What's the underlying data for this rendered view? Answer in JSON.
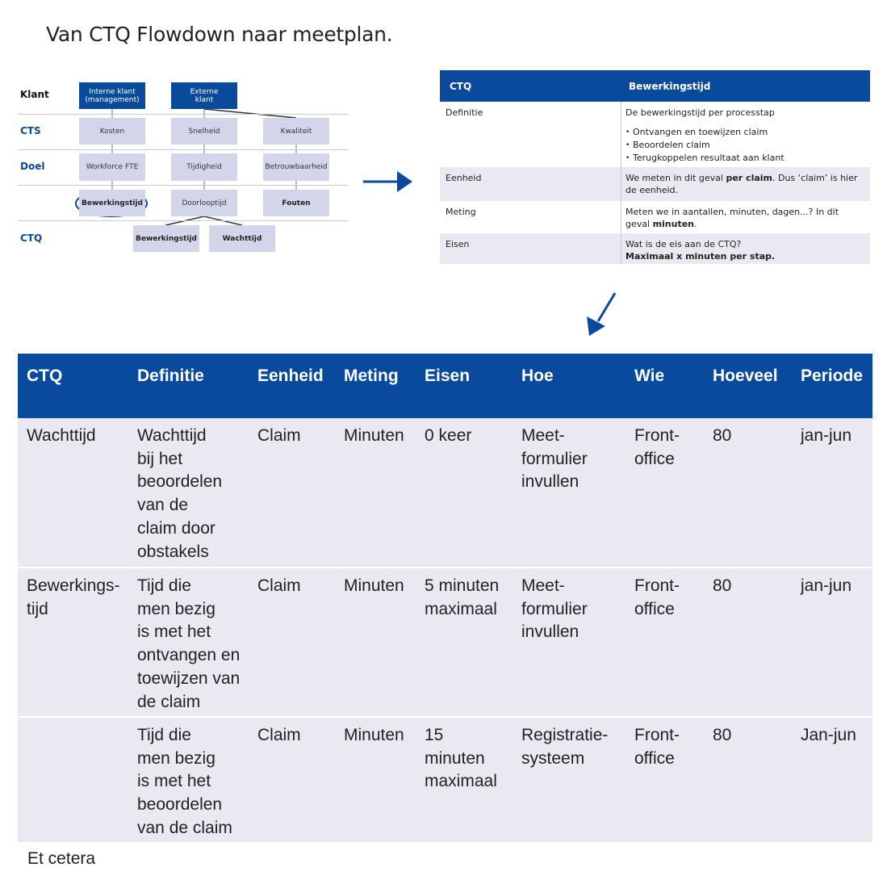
{
  "title": "Van CTQ Flowdown naar meetplan.",
  "colors": {
    "brand_blue": "#0a4a9c",
    "light_box": "#d3d6ea",
    "row_bg": "#e8e9f1"
  },
  "flowdown": {
    "row_labels": {
      "klant": "Klant",
      "cts": "CTS",
      "doel": "Doel",
      "ctq": "CTQ"
    },
    "klant_boxes": [
      "Interne klant\n(management)",
      "Externe\nklant"
    ],
    "cts_boxes": [
      "Kosten",
      "Snelheid",
      "Kwaliteit"
    ],
    "doel_boxes": [
      "Workforce FTE",
      "Tijdigheid",
      "Betrouwbaarheid"
    ],
    "measure_boxes": [
      "Bewerkingstijd",
      "Doorlooptijd",
      "Fouten"
    ],
    "ctq_boxes": [
      "Bewerkingstijd",
      "Wachttijd"
    ]
  },
  "detail_table": {
    "header": {
      "left": "CTQ",
      "right": "Bewerkingstijd"
    },
    "rows": [
      {
        "key": "Definitie",
        "value": "De bewerkingstijd per processtap",
        "bullets": [
          "Ontvangen en toewijzen claim",
          "Beoordelen claim",
          "Terugkoppelen resultaat aan klant"
        ]
      },
      {
        "key": "Eenheid",
        "value_pre": "We meten in dit geval ",
        "value_bold": "per claim",
        "value_post": ". Dus ‘claim’ is hier de eenheid."
      },
      {
        "key": "Meting",
        "value_pre": "Meten we in aantallen, minuten, dagen...? In dit geval ",
        "value_bold": "minuten",
        "value_post": "."
      },
      {
        "key": "Eisen",
        "value_pre": "Wat is de eis aan de CTQ?",
        "value_bold": "Maximaal x minuten per stap.",
        "value_post": ""
      }
    ]
  },
  "main_table": {
    "headers": [
      "CTQ",
      "Definitie",
      "Eenheid",
      "Meting",
      "Eisen",
      "Hoe",
      "Wie",
      "Hoeveel",
      "Periode"
    ],
    "rows": [
      [
        "Wachttijd",
        "Wachttijd\nbij het\nbeoordelen\nvan de\nclaim door\nobstakels",
        "Claim",
        "Minuten",
        "0 keer",
        "Meet-\nformulier\ninvullen",
        "Front-\noffice",
        "80",
        "jan-jun"
      ],
      [
        "Bewerkings-\ntijd",
        "Tijd die\nmen bezig\nis met het\nontvangen  en\ntoewijzen  van\nde claim",
        "Claim",
        "Minuten",
        "5 minuten\nmaximaal",
        "Meet-\nformulier\ninvullen",
        "Front-\noffice",
        "80",
        "jan-jun"
      ],
      [
        "",
        "Tijd die\nmen bezig\nis met het\nbeoordelen\nvan de claim",
        "Claim",
        "Minuten",
        "15\nminuten\nmaximaal",
        "Registratie-\nsysteem",
        "Front-\noffice",
        "80",
        "Jan-jun"
      ]
    ]
  },
  "footer": "Et cetera"
}
